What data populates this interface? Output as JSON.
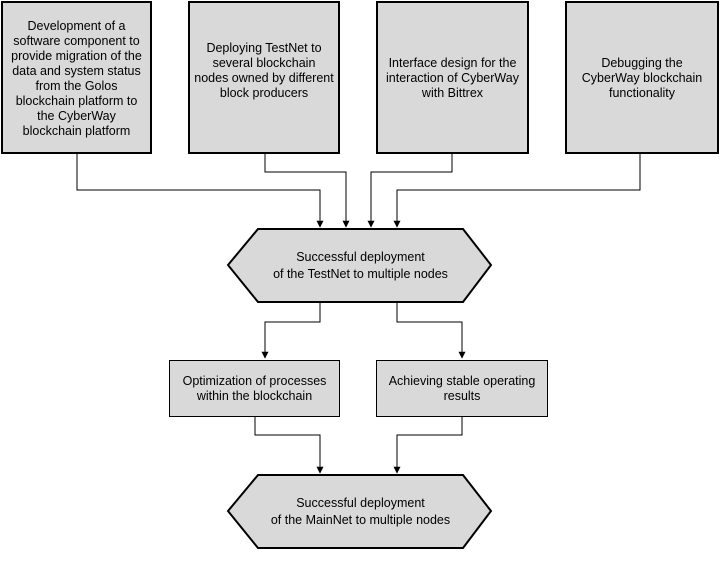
{
  "tasks": [
    {
      "label": "Development of a software component to provide migration of the data and system status from the Golos blockchain platform to the CyberWay blockchain platform"
    },
    {
      "label": "Deploying TestNet to several blockchain nodes owned by different block producers"
    },
    {
      "label": "Interface design for the interaction of CyberWay with Bittrex"
    },
    {
      "label": "Debugging the CyberWay blockchain functionality"
    }
  ],
  "milestone_testnet": {
    "line1": "Successful deployment",
    "line2": "of the TestNet to multiple nodes"
  },
  "outcomes": [
    {
      "label": "Optimization of processes within the blockchain"
    },
    {
      "label": "Achieving stable operating results"
    }
  ],
  "milestone_mainnet": {
    "line1": "Successful deployment",
    "line2": "of the MainNet to multiple nodes"
  },
  "colors": {
    "box_fill": "#d9d9d9",
    "stroke": "#000000"
  }
}
